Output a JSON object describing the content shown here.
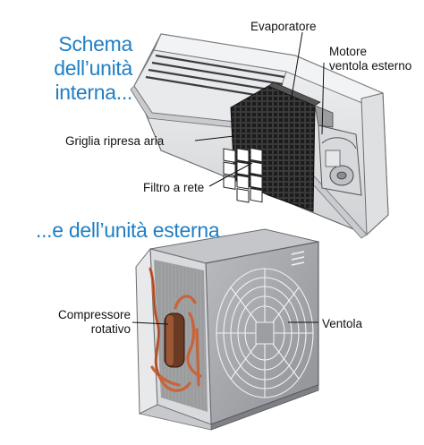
{
  "headings": {
    "indoor_line1": "Schema",
    "indoor_line2": "dell’unità",
    "indoor_line3": "interna...",
    "outdoor": "...e dell’unità esterna"
  },
  "labels": {
    "evaporatore": "Evaporatore",
    "motore_line1": "Motore",
    "motore_line2": "ventola esterno",
    "griglia": "Griglia ripresa aria",
    "filtro": "Filtro a rete",
    "compressore_line1": "Compressore",
    "compressore_line2": "rotativo",
    "ventola": "Ventola"
  },
  "colors": {
    "heading": "#1f7fc4",
    "casing": "#e6e7e9",
    "outdoor_panel": "#a9abb0",
    "coil": "#333333",
    "copper": "#c8643a",
    "label": "#111111"
  }
}
